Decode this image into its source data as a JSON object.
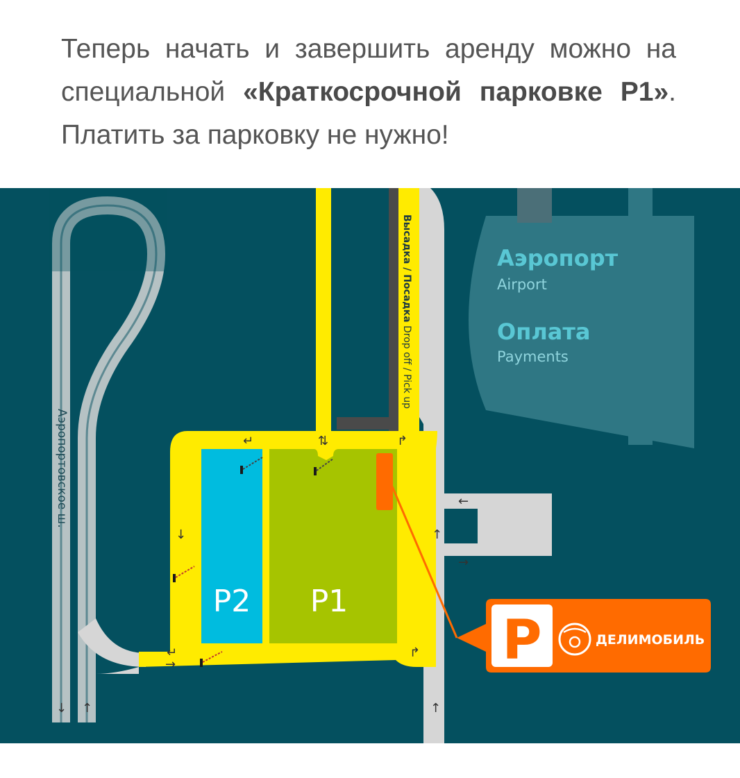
{
  "intro": {
    "part1": "Теперь начать и завершить аренду можно на специальной ",
    "bold1": "«Краткосрочной парковке P1»",
    "part2": ". Платить за парковку не нужно!"
  },
  "map": {
    "airport_ru": "Аэропорт",
    "airport_en": "Airport",
    "payment_ru": "Оплата",
    "payment_en": "Payments",
    "dropoff_ru": "Высадка / Посадка",
    "dropoff_en": " Drop off / Pick up",
    "highway": "Аэропортовское ш.",
    "p1": "P1",
    "p2": "P2",
    "brand_letter": "P",
    "brand_name": "ДЕЛИМОБИЛЬ",
    "arrow_up": "↑",
    "arrow_down": "↓",
    "arrow_left": "←",
    "arrow_right": "→",
    "arrow_turn_right_down": "↵",
    "arrow_turn_up_right": "↱",
    "arrow_fork": "⇅"
  },
  "colors": {
    "background": "#04505f",
    "road_yellow": "#ffeb00",
    "road_gray": "#d6d6d6",
    "p1_green": "#a6c400",
    "p2_blue": "#00bcdf",
    "brand_orange": "#ff6b00",
    "terminal": "#2f7784",
    "label_teal": "#59c7d4"
  }
}
